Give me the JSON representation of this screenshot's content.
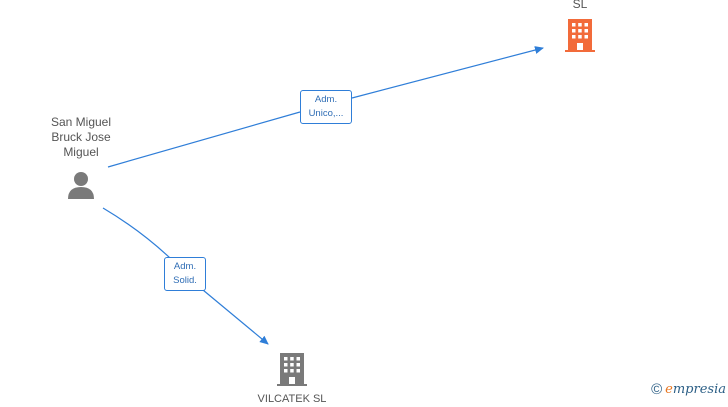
{
  "nodes": {
    "person": {
      "lines": [
        "San Miguel",
        "Bruck Jose",
        "Miguel"
      ],
      "icon": "person-icon"
    },
    "company_top": {
      "label": "SL",
      "icon": "building-icon",
      "color": "#f26b3a"
    },
    "company_bottom": {
      "label": "VILCATEK SL",
      "icon": "building-icon",
      "color": "#7a7a7a"
    }
  },
  "edges": [
    {
      "lines": [
        "Adm.",
        "Unico,..."
      ],
      "color": "#2f7ed8"
    },
    {
      "lines": [
        "Adm.",
        "Solid."
      ],
      "color": "#2f7ed8"
    }
  ],
  "watermark": {
    "symbol": "©",
    "brand_initial": "e",
    "brand_rest": "mpresia"
  }
}
